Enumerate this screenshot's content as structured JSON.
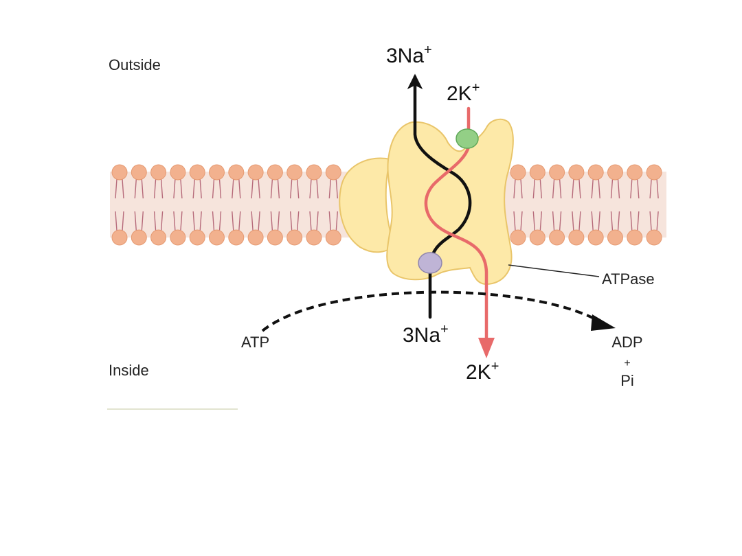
{
  "labels": {
    "outside": "Outside",
    "inside": "Inside",
    "atpase": "ATPase",
    "atp": "ATP",
    "adp": "ADP",
    "plus": "+",
    "pi": "Pi"
  },
  "ions": {
    "na_out": {
      "base": "3Na",
      "charge": "+"
    },
    "k_out": {
      "base": "2K",
      "charge": "+"
    },
    "na_in": {
      "base": "3Na",
      "charge": "+"
    },
    "k_in": {
      "base": "2K",
      "charge": "+"
    }
  },
  "colors": {
    "membrane_fill": "#f6e4dc",
    "lipid_head": "#f2b18e",
    "lipid_head_stroke": "#e59a72",
    "lipid_tail": "#b66a7a",
    "protein_fill": "#fde9a8",
    "protein_stroke": "#e9c56a",
    "sodium_path": "#111111",
    "potassium_path": "#e86a6a",
    "k_binding_site": "#93cf86",
    "na_binding_site": "#bfb4d6",
    "divider": "#d8dcc0"
  }
}
